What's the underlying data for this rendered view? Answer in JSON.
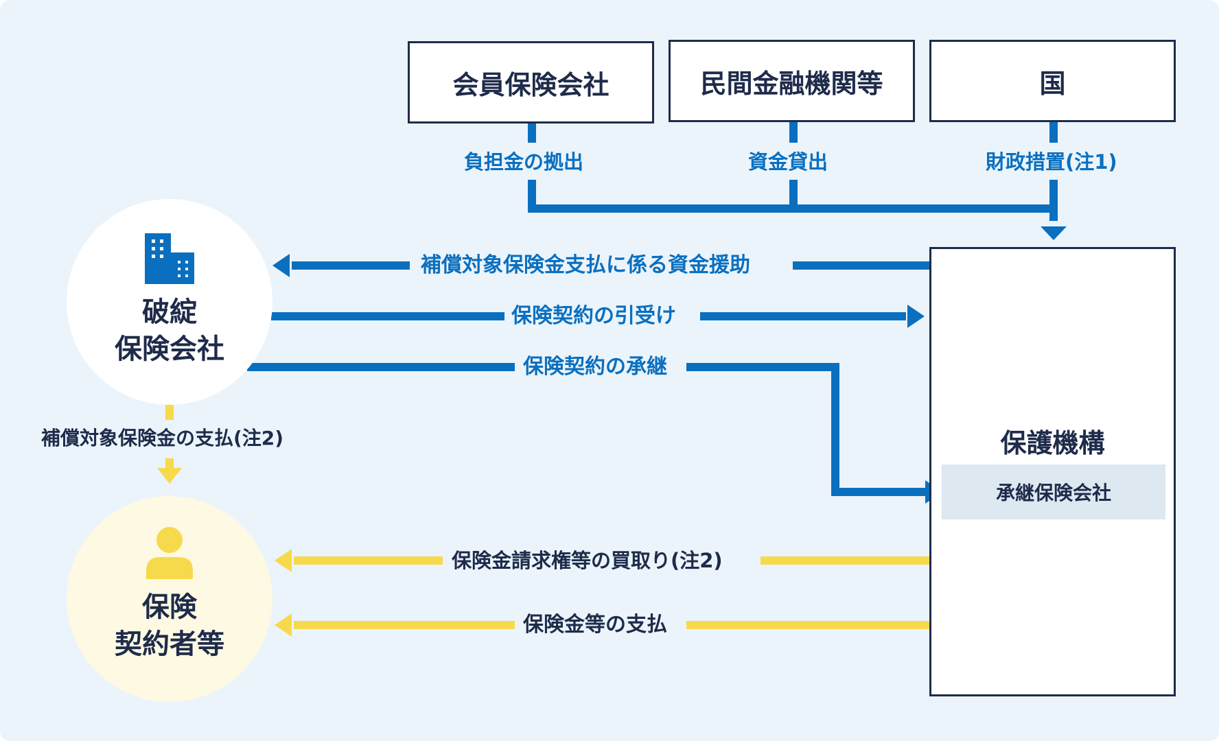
{
  "boxes": {
    "member_insurers": "会員保険会社",
    "private_financial": "民間金融機関等",
    "government": "国",
    "protection_org": "保護機構",
    "successor": "承継保険会社"
  },
  "circles": {
    "failed_insurer": {
      "line1": "破綻",
      "line2": "保険会社"
    },
    "policyholders": {
      "line1": "保険",
      "line2": "契約者等"
    }
  },
  "labels": {
    "contribution": "負担金の拠出",
    "loan": "資金貸出",
    "fiscal": "財政措置(注1)",
    "financial_aid": "補償対象保険金支払に係る資金援助",
    "underwriting": "保険契約の引受け",
    "succession": "保険契約の承継",
    "compensation_payment": "補償対象保険金の支払(注2)",
    "claim_purchase": "保険金請求権等の買取り(注2)",
    "insurance_payment": "保険金等の支払"
  },
  "colors": {
    "blue": "#0a6fbf",
    "yellow": "#f7d94c",
    "navy": "#1e2b4a",
    "background": "#ebf4fb"
  },
  "icons": {
    "failed_insurer": "building-icon",
    "policyholders": "person-icon"
  }
}
